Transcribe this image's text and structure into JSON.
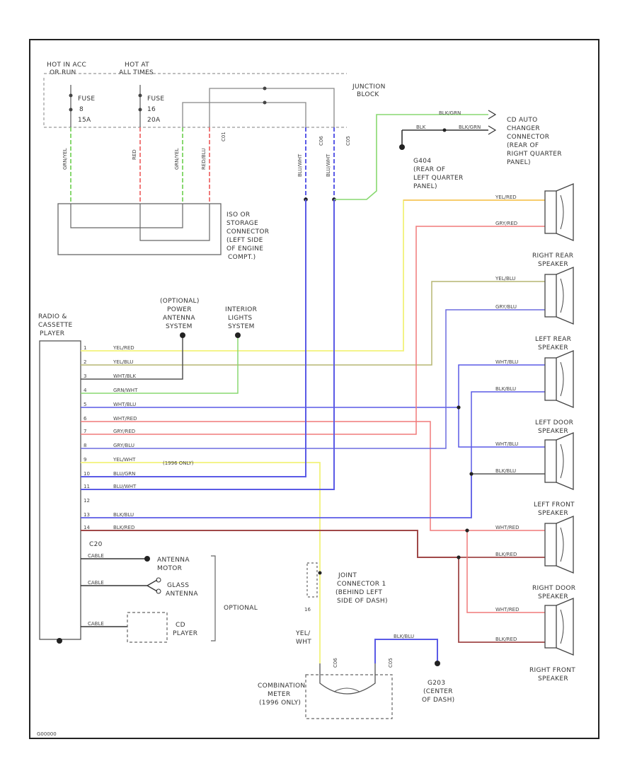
{
  "colors": {
    "yellow": "#f2f27a",
    "yel_red": "#f7c765",
    "blue": "#5a5ae6",
    "red": "#f07a7a",
    "green": "#88d870",
    "brown": "#a04848",
    "olive": "#b6b672",
    "gray": "#888888",
    "black": "#222222"
  },
  "labels": {
    "hot_acc_1": "HOT IN ACC",
    "hot_acc_2": "OR RUN",
    "hot_at_1": "HOT AT",
    "hot_at_2": "ALL TIMES",
    "fuse_a_1": "FUSE",
    "fuse_a_2": "8",
    "fuse_a_3": "15A",
    "fuse_b_1": "FUSE",
    "fuse_b_2": "16",
    "fuse_b_3": "20A",
    "junction_1": "JUNCTION",
    "junction_2": "BLOCK",
    "conn_c01": "C01",
    "conn_c06": "C06",
    "conn_c05": "C05",
    "cd_auto_1": "CD AUTO",
    "cd_auto_2": "CHANGER",
    "cd_auto_3": "CONNECTOR",
    "cd_auto_4": "(REAR OF",
    "cd_auto_5": "RIGHT QUARTER",
    "cd_auto_6": "PANEL)",
    "g404_1": "G404",
    "g404_2": "(REAR OF",
    "g404_3": "LEFT QUARTER",
    "g404_4": "PANEL)",
    "storage_1": "ISO OR",
    "storage_2": "STORAGE",
    "storage_3": "CONNECTOR",
    "storage_4": "(LEFT SIDE",
    "storage_5": "OF ENGINE",
    "storage_6": "COMPT.)",
    "radio_1": "RADIO &",
    "radio_2": "CASSETTE",
    "radio_3": "PLAYER",
    "power_ant_1": "(OPTIONAL)",
    "power_ant_2": "POWER",
    "power_ant_3": "ANTENNA",
    "power_ant_4": "SYSTEM",
    "interior_1": "INTERIOR",
    "interior_2": "LIGHTS",
    "interior_3": "SYSTEM",
    "right_rear_1": "RIGHT REAR",
    "right_rear_2": "SPEAKER",
    "left_rear_1": "LEFT REAR",
    "left_rear_2": "SPEAKER",
    "left_door_1": "LEFT DOOR",
    "left_door_2": "SPEAKER",
    "left_front_1": "LEFT FRONT",
    "left_front_2": "SPEAKER",
    "right_door_1": "RIGHT DOOR",
    "right_door_2": "SPEAKER",
    "right_front_1": "RIGHT FRONT",
    "right_front_2": "SPEAKER",
    "c20": "C20",
    "antenna_motor_1": "ANTENNA",
    "antenna_motor_2": "MOTOR",
    "glass_ant_1": "GLASS",
    "glass_ant_2": "ANTENNA",
    "optional": "OPTIONAL",
    "cd_player_1": "CD",
    "cd_player_2": "PLAYER",
    "joint_1": "JOINT",
    "joint_2": "CONNECTOR 1",
    "joint_3": "(BEHIND LEFT",
    "joint_4": "SIDE OF DASH)",
    "yel_wht_1": "YEL/",
    "yel_wht_2": "WHT",
    "combo_1": "COMBINATION",
    "combo_2": "METER",
    "combo_3": "(1996 ONLY)",
    "g203_1": "G203",
    "g203_2": "(CENTER",
    "g203_3": "OF DASH)",
    "footer_code": "G00000",
    "only_1996": "(1996 ONLY)",
    "num_16": "16"
  },
  "wire_labels": {
    "blk_grn_top": "BLK/GRN",
    "blk": "BLK",
    "yel_red_spk": "YEL/RED",
    "grn_red_spk": "GRY/RED",
    "yel_blu_spk": "YEL/BLU",
    "grn_blu_spk": "GRY/BLU",
    "wht_blu_spk": "WHT/BLU",
    "blk_blu_spk": "BLK/BLU",
    "wht_blu_spk2": "WHT/BLU",
    "blk_blu_spk2": "BLK/BLU",
    "wht_red_spk": "WHT/RED",
    "blk_red_spk": "BLK/RED",
    "wht_red_spk2": "WHT/RED",
    "blk_red_spk2": "BLK/RED",
    "blk_blu_bot": "BLK/BLU",
    "cable1": "CABLE",
    "cable2": "CABLE",
    "cable3": "CABLE",
    "grn_1": "GRN/YEL",
    "red_1": "RED",
    "grn_2": "GRN/YEL",
    "red_2": "RED/BLU",
    "blu_1": "BLU/WHT",
    "blu_2": "BLU/WHT",
    "g_blk": "BLK/GRN"
  },
  "radio_pins": [
    {
      "pin": "1",
      "label": "YEL/RED"
    },
    {
      "pin": "2",
      "label": "YEL/BLU"
    },
    {
      "pin": "3",
      "label": "WHT/BLK"
    },
    {
      "pin": "4",
      "label": "GRN/WHT"
    },
    {
      "pin": "5",
      "label": "WHT/BLU"
    },
    {
      "pin": "6",
      "label": "WHT/RED"
    },
    {
      "pin": "7",
      "label": "GRY/RED"
    },
    {
      "pin": "8",
      "label": "GRY/BLU"
    },
    {
      "pin": "9",
      "label": "YEL/WHT"
    },
    {
      "pin": "10",
      "label": "BLU/GRN"
    },
    {
      "pin": "11",
      "label": "BLU/WHT"
    },
    {
      "pin": "12",
      "label": ""
    },
    {
      "pin": "13",
      "label": "BLK/BLU"
    },
    {
      "pin": "14",
      "label": "BLK/RED"
    }
  ]
}
